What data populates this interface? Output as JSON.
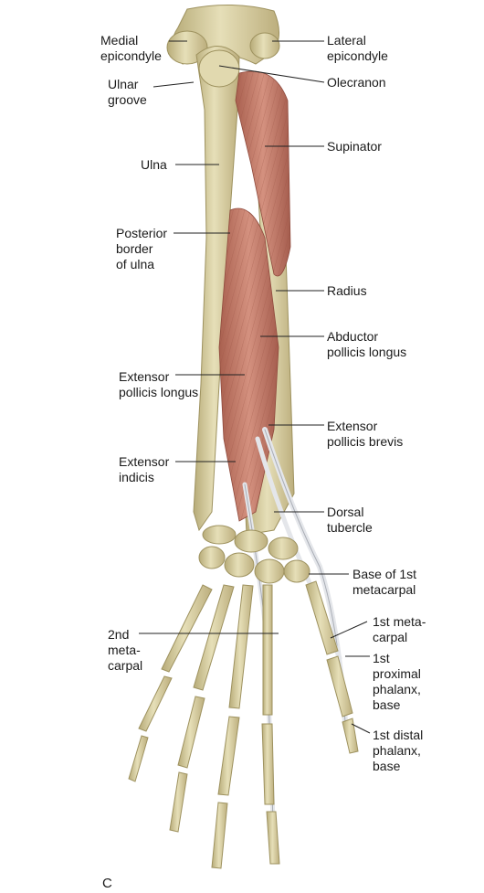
{
  "figure": {
    "panel_letter": "C",
    "labels": {
      "medial_epicondyle": "Medial\nepicondyle",
      "lateral_epicondyle": "Lateral\nepicondyle",
      "ulnar_groove": "Ulnar\ngroove",
      "olecranon": "Olecranon",
      "supinator": "Supinator",
      "ulna": "Ulna",
      "posterior_border_of_ulna": "Posterior\nborder\nof ulna",
      "radius": "Radius",
      "abductor_pollicis_longus": "Abductor\npollicis longus",
      "extensor_pollicis_longus": "Extensor\npollicis longus",
      "extensor_pollicis_brevis": "Extensor\npollicis brevis",
      "extensor_indicis": "Extensor\nindicis",
      "dorsal_tubercle": "Dorsal\ntubercle",
      "base_of_1st_metacarpal": "Base of 1st\nmetacarpal",
      "first_metacarpal": "1st meta-\ncarpal",
      "second_metacarpal": "2nd\nmeta-\ncarpal",
      "first_proximal_phalanx_base": "1st\nproximal\nphalanx,\nbase",
      "first_distal_phalanx_base": "1st distal\nphalanx,\nbase"
    },
    "colors": {
      "bone": "#d8cfa2",
      "bone_shade": "#b9ad7c",
      "muscle": "#c47f6e",
      "muscle_dark": "#a55d4e",
      "tendon": "#e4e6ea",
      "leader_line": "#222222"
    }
  }
}
